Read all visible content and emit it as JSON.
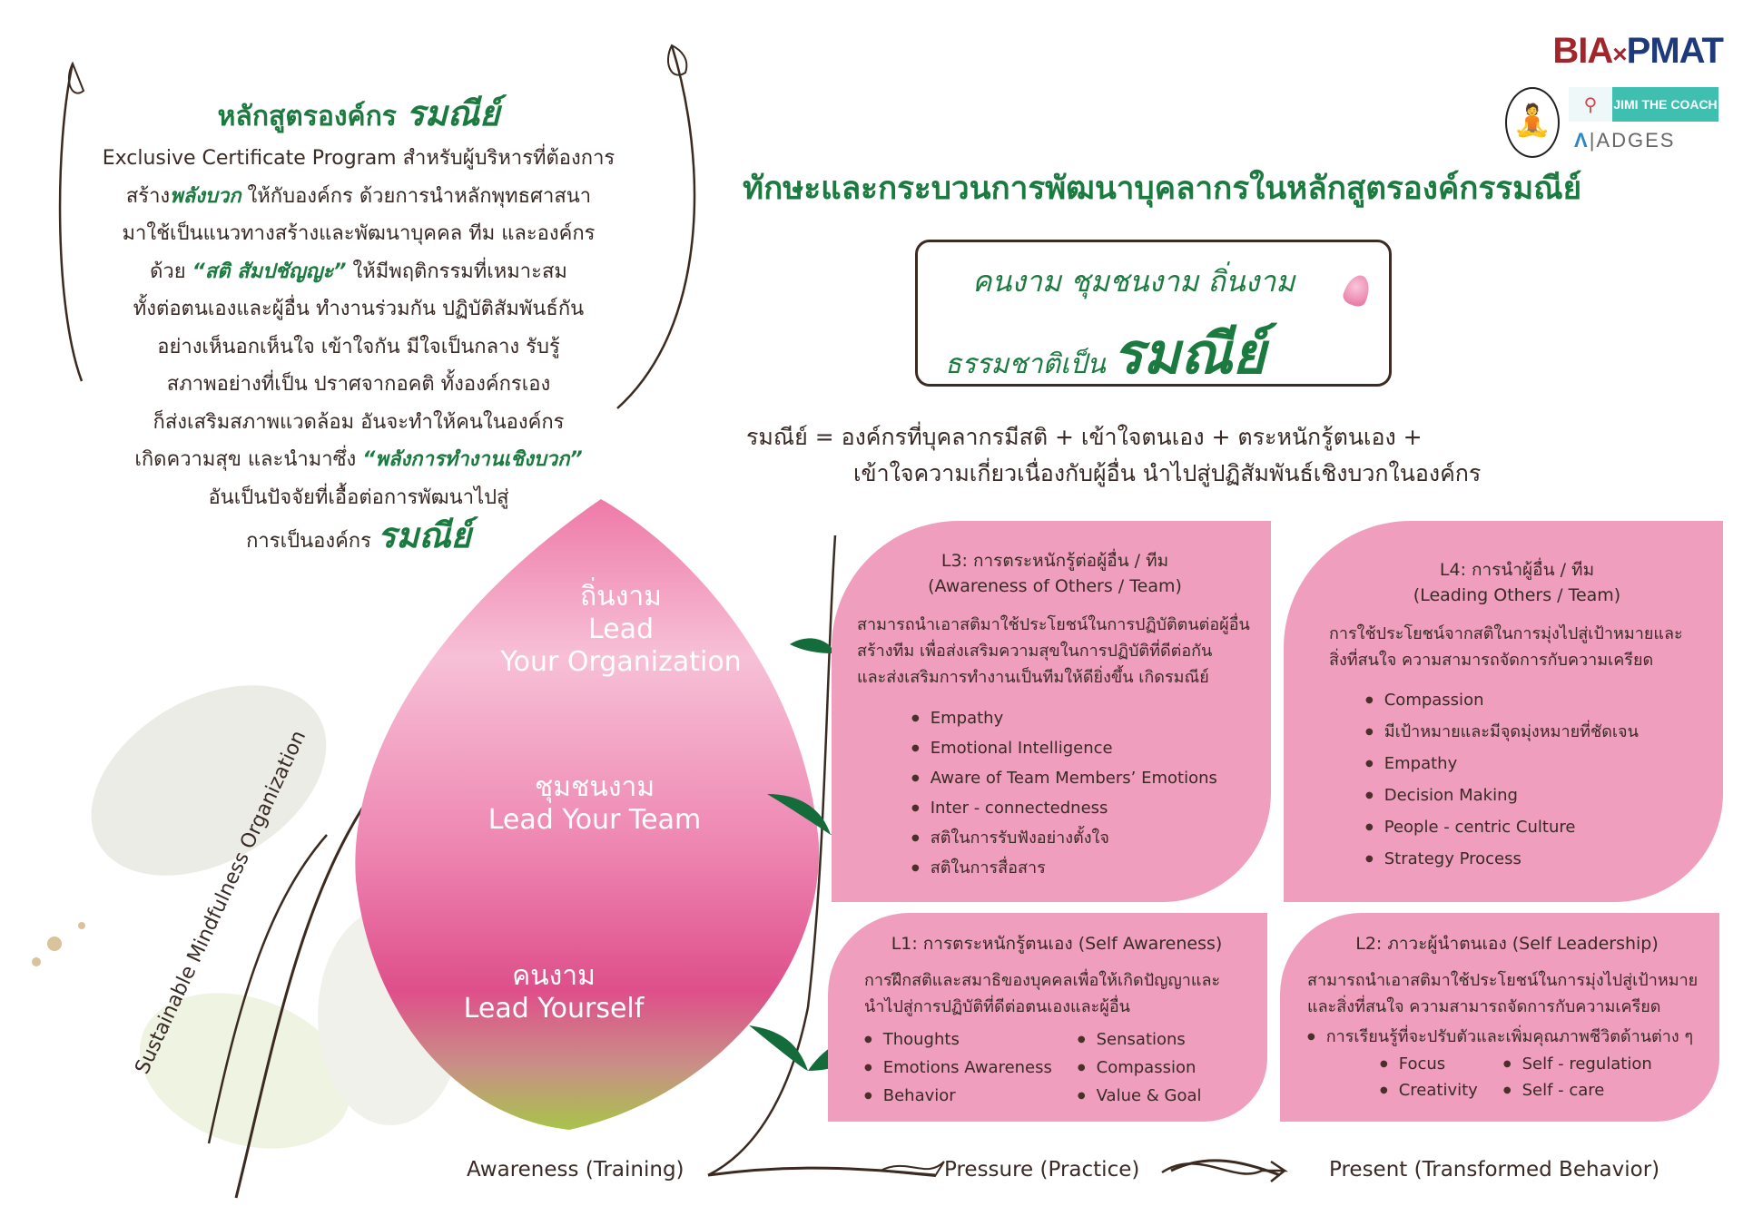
{
  "intro": {
    "title_prefix": "หลักสูตรองค์กร",
    "brand": "รมณีย์",
    "line1": "Exclusive Certificate Program สำหรับผู้บริหารที่ต้องการ",
    "line2_a": "สร้าง",
    "line2_em": "พลังบวก",
    "line2_b": " ให้กับองค์กร ด้วยการนำหลักพุทธศาสนา",
    "line3": "มาใช้เป็นแนวทางสร้างและพัฒนาบุคคล ทีม และองค์กร",
    "line4_a": "ด้วย ",
    "line4_em": "“สติ สัมปชัญญะ”",
    "line4_b": " ให้มีพฤติกรรมที่เหมาะสม",
    "line5": "ทั้งต่อตนเองและผู้อื่น ทำงานร่วมกัน ปฏิบัติสัมพันธ์กัน",
    "line6": "อย่างเห็นอกเห็นใจ เข้าใจกัน มีใจเป็นกลาง รับรู้",
    "line7": "สภาพอย่างที่เป็น ปราศจากอคติ ทั้งองค์กรเอง",
    "line8": "ก็ส่งเสริมสภาพแวดล้อม อันจะทำให้คนในองค์กร",
    "line9_a": "เกิดความสุข และนำมาซึ่ง ",
    "line9_em": "“พลังการทำงานเชิงบวก”",
    "line10": "อันเป็นปัจจัยที่เอื้อต่อการพัฒนาไปสู่",
    "line11_prefix": "การเป็นองค์กร",
    "line11_brand": "รมณีย์"
  },
  "logos": {
    "bia": "BIA",
    "x": "×",
    "pmat": "PMAT",
    "jimi": "JIMI THE COACH",
    "adges": "ADGES"
  },
  "heading": "ทักษะและกระบวนการพัฒนาบุคลากรในหลักสูตรองค์กรรมณีย์",
  "slogan": {
    "line1": "คนงาม ชุมชนงาม ถิ่นงาม",
    "line2": "ธรรมชาติเป็น",
    "brand": "รมณีย์"
  },
  "definition": {
    "line1": "รมณีย์ =  องค์กรที่บุคลากรมีสติ + เข้าใจตนเอง + ตระหนักรู้ตนเอง +",
    "line2": "เข้าใจความเกี่ยวเนื่องกับผู้อื่น นำไปสู่ปฏิสัมพันธ์เชิงบวกในองค์กร"
  },
  "petal": {
    "top_th": "ถิ่นงาม",
    "top_en1": "Lead",
    "top_en2": "Your Organization",
    "mid_th": "ชุมชนงาม",
    "mid_en": "Lead Your Team",
    "bot_th": "คนงาม",
    "bot_en": "Lead Yourself"
  },
  "side_label": "Sustainable Mindfulness Organization",
  "levels": {
    "l3": {
      "title1": "L3: การตระหนักรู้ต่อผู้อื่น / ทีม",
      "title2": "(Awareness of Others / Team)",
      "desc": [
        "สามารถนำเอาสติมาใช้ประโยชน์ในการปฏิบัติตนต่อผู้อื่น",
        "สร้างทีม เพื่อส่งเสริมความสุขในการปฏิบัติที่ดีต่อกัน",
        "และส่งเสริมการทำงานเป็นทีมให้ดียิ่งขึ้น เกิดรมณีย์"
      ],
      "items": [
        "Empathy",
        "Emotional Intelligence",
        "Aware of Team Members’ Emotions",
        "Inter - connectedness",
        "สติในการรับฟังอย่างตั้งใจ",
        "สติในการสื่อสาร"
      ]
    },
    "l4": {
      "title1": "L4: การนำผู้อื่น / ทีม",
      "title2": "(Leading Others / Team)",
      "desc": [
        "การใช้ประโยชน์จากสติในการมุ่งไปสู่เป้าหมายและ",
        "สิ่งที่สนใจ ความสามารถจัดการกับความเครียด"
      ],
      "items": [
        "Compassion",
        "มีเป้าหมายและมีจุดมุ่งหมายที่ชัดเจน",
        "Empathy",
        "Decision Making",
        "People - centric Culture",
        "Strategy Process"
      ]
    },
    "l1": {
      "title": "L1: การตระหนักรู้ตนเอง (Self Awareness)",
      "desc": [
        "การฝึกสติและสมาธิของบุคคลเพื่อให้เกิดปัญญาและ",
        "นำไปสู่การปฏิบัติที่ดีต่อตนเองและผู้อื่น"
      ],
      "items": [
        "Thoughts",
        "Sensations",
        "Emotions Awareness",
        "Compassion",
        "Behavior",
        "Value & Goal"
      ]
    },
    "l2": {
      "title": "L2: ภาวะผู้นำตนเอง (Self Leadership)",
      "desc": [
        "สามารถนำเอาสติมาใช้ประโยชน์ในการมุ่งไปสู่เป้าหมาย",
        "และสิ่งที่สนใจ ความสามารถจัดการกับความเครียด"
      ],
      "lead_item": "การเรียนรู้ที่จะปรับตัวและเพิ่มคุณภาพชีวิตด้านต่าง ๆ",
      "items": [
        "Focus",
        "Self - regulation",
        "Creativity",
        "Self - care"
      ]
    }
  },
  "flow": {
    "step1": "Awareness (Training)",
    "step2": "Pressure (Practice)",
    "step3": "Present (Transformed Behavior)"
  },
  "colors": {
    "brand_green": "#1b7a3f",
    "box_pink": "#f09ebd",
    "petal_pink": "#e8619a",
    "text_brown": "#3a2a26"
  }
}
